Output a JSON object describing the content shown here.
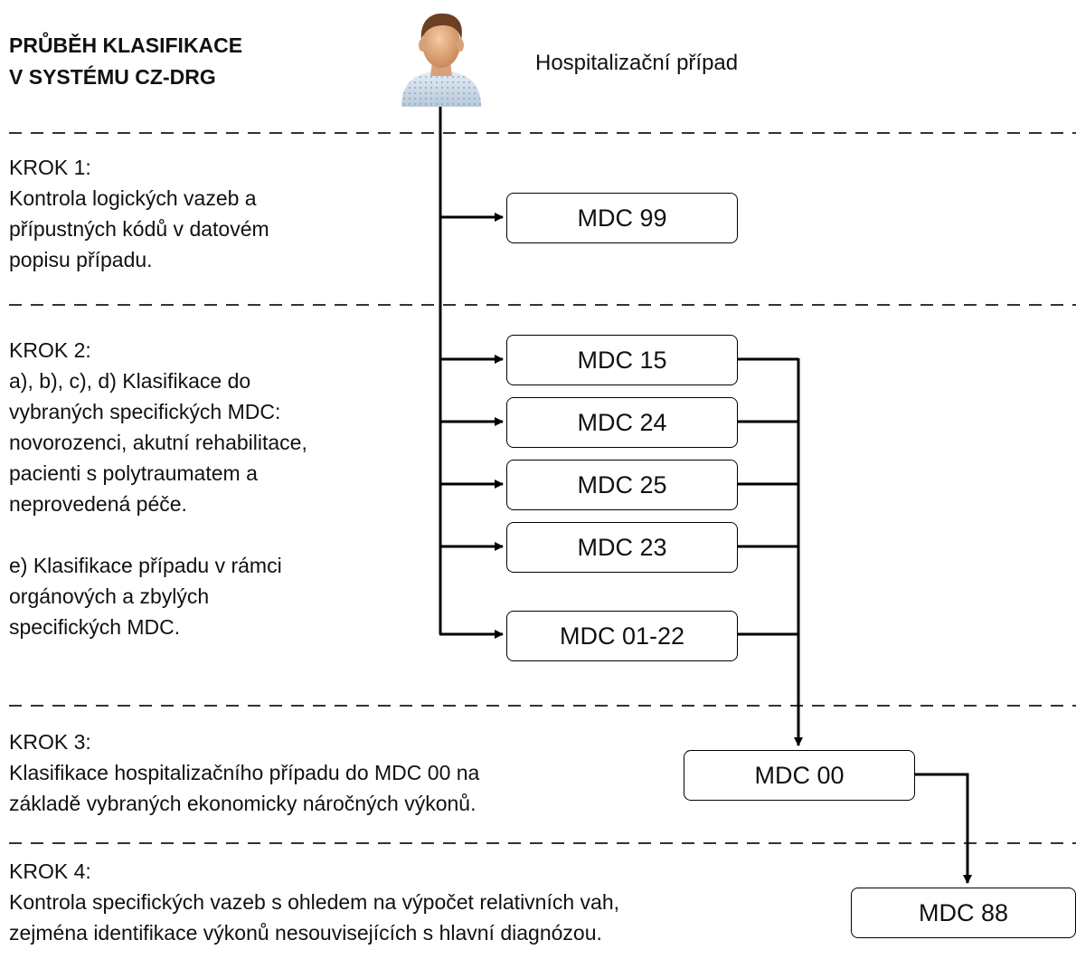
{
  "title": {
    "line1": "PRŮBĚH KLASIFIKACE",
    "line2": "V SYSTÉMU CZ-DRG"
  },
  "patient": {
    "label": "Hospitalizační případ",
    "icon": "patient-avatar-icon"
  },
  "steps": {
    "step1": {
      "heading": "KROK 1:",
      "lines": [
        "Kontrola logických vazeb a",
        "přípustných kódů v datovém",
        "popisu případu."
      ]
    },
    "step2": {
      "heading": "KROK 2:",
      "lines_a": [
        "a), b), c), d) Klasifikace do",
        "vybraných specifických MDC:",
        "novorozenci, akutní rehabilitace,",
        "pacienti s polytraumatem a",
        "neprovedená  péče."
      ],
      "lines_e": [
        "e) Klasifikace případu v rámci",
        "orgánových a zbylých",
        "specifických MDC."
      ]
    },
    "step3": {
      "heading": "KROK 3:",
      "lines": [
        "Klasifikace hospitalizačního případu do MDC 00 na",
        "základě vybraných ekonomicky náročných výkonů."
      ]
    },
    "step4": {
      "heading": "KROK 4:",
      "lines": [
        "Kontrola specifických vazeb s ohledem na výpočet relativních vah,",
        "zejména identifikace výkonů nesouvisejících  s hlavní diagnózou."
      ]
    }
  },
  "boxes": {
    "mdc99": "MDC 99",
    "mdc15": "MDC 15",
    "mdc24": "MDC 24",
    "mdc25": "MDC 25",
    "mdc23": "MDC 23",
    "mdc0122": "MDC 01-22",
    "mdc00": "MDC 00",
    "mdc88": "MDC 88"
  },
  "colors": {
    "line": "#000000",
    "divider": "#333333",
    "text": "#111111"
  }
}
